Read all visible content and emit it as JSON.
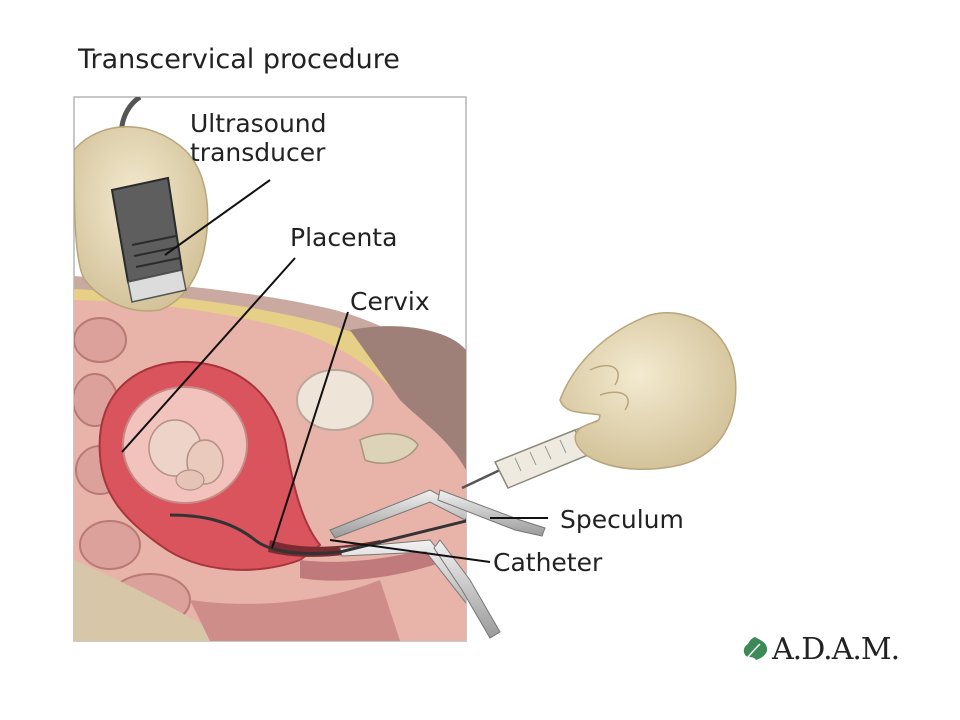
{
  "title": "Transcervical procedure",
  "labels": {
    "ultrasound": [
      "Ultrasound",
      "transducer"
    ],
    "placenta": "Placenta",
    "cervix": "Cervix",
    "speculum": "Speculum",
    "catheter": "Catheter"
  },
  "logo": "A.D.A.M.",
  "colors": {
    "uterus": "#d9545c",
    "tissue": "#e9a9a0",
    "fat": "#e8d08a",
    "skin": "#a98878",
    "hand": "#e9dcb8",
    "instrument": "#c8c8c8",
    "logo_leaf": "#3c8a55"
  }
}
